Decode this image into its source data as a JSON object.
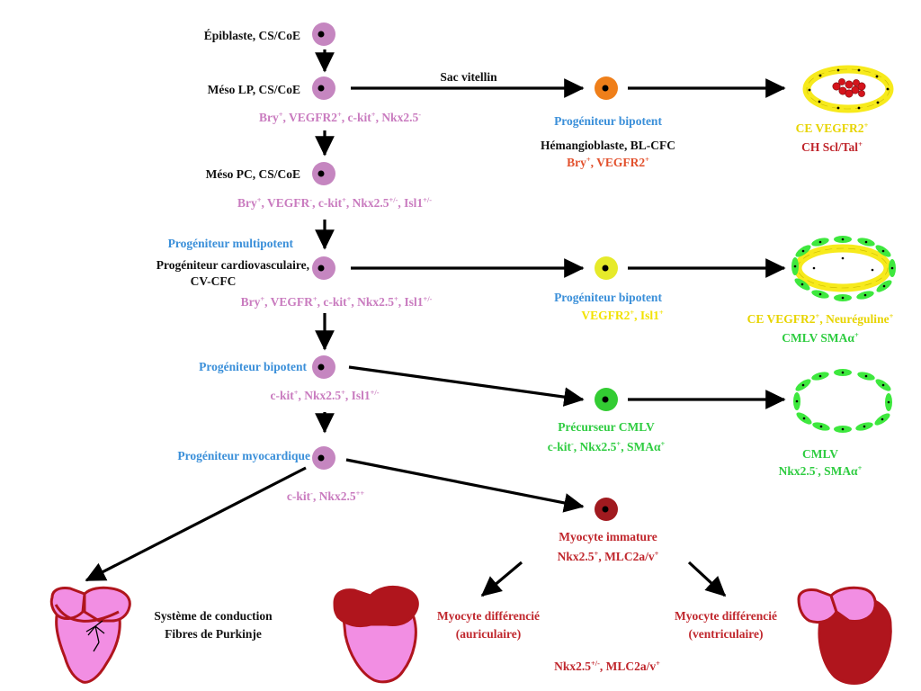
{
  "colors": {
    "cell_pink": "#c586c0",
    "cell_orange": "#ef7f1a",
    "cell_yellow": "#e6ea2a",
    "cell_green": "#33cc33",
    "cell_darkred": "#a01a1f",
    "heart_pink": "#f28ee3",
    "heart_darkred": "#b0151d",
    "endothelium_yellow": "#f7ea1c",
    "smooth_muscle_green": "#3ee83e",
    "blood_red": "#d4141c",
    "arrow": "#000000"
  },
  "stages": {
    "epiblast": "Épiblaste, CS/CoE",
    "meso_lp": "Méso LP, CS/CoE",
    "meso_lp_markers": [
      {
        "t": "Bry"
      },
      {
        "s": "+"
      },
      {
        "t": ", VEGFR2"
      },
      {
        "s": "+"
      },
      {
        "t": ", c-kit"
      },
      {
        "s": "+"
      },
      {
        "t": ", Nkx2.5"
      },
      {
        "s": "-"
      }
    ],
    "meso_pc": "Méso PC, CS/CoE",
    "meso_pc_markers": [
      {
        "t": "Bry"
      },
      {
        "s": "+"
      },
      {
        "t": ", VEGFR"
      },
      {
        "s": "-"
      },
      {
        "t": ", c-kit"
      },
      {
        "s": "+"
      },
      {
        "t": ", Nkx2.5"
      },
      {
        "s": "+/-"
      },
      {
        "t": ", Isl1"
      },
      {
        "s": "+/-"
      }
    ],
    "multipotent_title": "Progéniteur multipotent",
    "cardiovascular_line1": "Progéniteur cardiovasculaire,",
    "cardiovascular_line2": "CV-CFC",
    "cardiovascular_markers": [
      {
        "t": "Bry"
      },
      {
        "s": "+"
      },
      {
        "t": ", VEGFR"
      },
      {
        "s": "+"
      },
      {
        "t": ", c-kit"
      },
      {
        "s": "+"
      },
      {
        "t": ", Nkx2.5"
      },
      {
        "s": "+"
      },
      {
        "t": ", Isl1"
      },
      {
        "s": "+/-"
      }
    ],
    "bipotent_left": "Progéniteur bipotent",
    "bipotent_left_markers": [
      {
        "t": "c-kit"
      },
      {
        "s": "+"
      },
      {
        "t": ", Nkx2.5"
      },
      {
        "s": "+"
      },
      {
        "t": ", Isl1"
      },
      {
        "s": "+/-"
      }
    ],
    "myocardial": "Progéniteur myocardique",
    "myocardial_markers": [
      {
        "t": "c-kit"
      },
      {
        "s": "-"
      },
      {
        "t": ", Nkx2.5"
      },
      {
        "s": "++"
      }
    ]
  },
  "yolk_sac_label": "Sac vitellin",
  "hemangio": {
    "title": "Progéniteur bipotent",
    "name": "Hémangioblaste, BL-CFC",
    "markers": [
      {
        "t": "Bry"
      },
      {
        "s": "+"
      },
      {
        "t": ", VEGFR2"
      },
      {
        "s": "+"
      }
    ]
  },
  "vessel1": {
    "line1": [
      {
        "t": "CE VEGFR2"
      },
      {
        "s": "+"
      }
    ],
    "line2": [
      {
        "t": "CH Scl/Tal"
      },
      {
        "s": "+"
      }
    ]
  },
  "bipotent_mid": {
    "title": "Progéniteur bipotent",
    "markers": [
      {
        "t": "VEGFR2"
      },
      {
        "s": "+"
      },
      {
        "t": ", Isl1"
      },
      {
        "s": "+"
      }
    ]
  },
  "vessel2": {
    "line1": [
      {
        "t": "CE VEGFR2"
      },
      {
        "s": "+"
      },
      {
        "t": ", Neuréguline"
      },
      {
        "s": "+"
      }
    ],
    "line2": [
      {
        "t": "CMLV SMAα"
      },
      {
        "s": "+"
      }
    ]
  },
  "precursor": {
    "title": "Précurseur CMLV",
    "markers": [
      {
        "t": "c-kit"
      },
      {
        "s": "-"
      },
      {
        "t": ", Nkx2.5"
      },
      {
        "s": "+"
      },
      {
        "t": ", SMAα"
      },
      {
        "s": "+"
      }
    ]
  },
  "vessel3": {
    "line1": "CMLV",
    "line2": [
      {
        "t": "Nkx2.5"
      },
      {
        "s": "-"
      },
      {
        "t": ", SMAα"
      },
      {
        "s": "+"
      }
    ]
  },
  "immature": {
    "title": "Myocyte immature",
    "markers": [
      {
        "t": "Nkx2.5"
      },
      {
        "s": "+"
      },
      {
        "t": ", MLC2a/v"
      },
      {
        "s": "+"
      }
    ]
  },
  "conduction": {
    "line1": "Système de conduction",
    "line2": "Fibres de Purkinje"
  },
  "atrial": {
    "line1": "Myocyte différencié",
    "line2": "(auriculaire)"
  },
  "ventricular": {
    "line1": "Myocyte différencié",
    "line2": "(ventriculaire)"
  },
  "differentiated_markers": [
    {
      "t": "Nkx2.5"
    },
    {
      "s": "+/-"
    },
    {
      "t": ", MLC2a/v"
    },
    {
      "s": "+"
    }
  ]
}
